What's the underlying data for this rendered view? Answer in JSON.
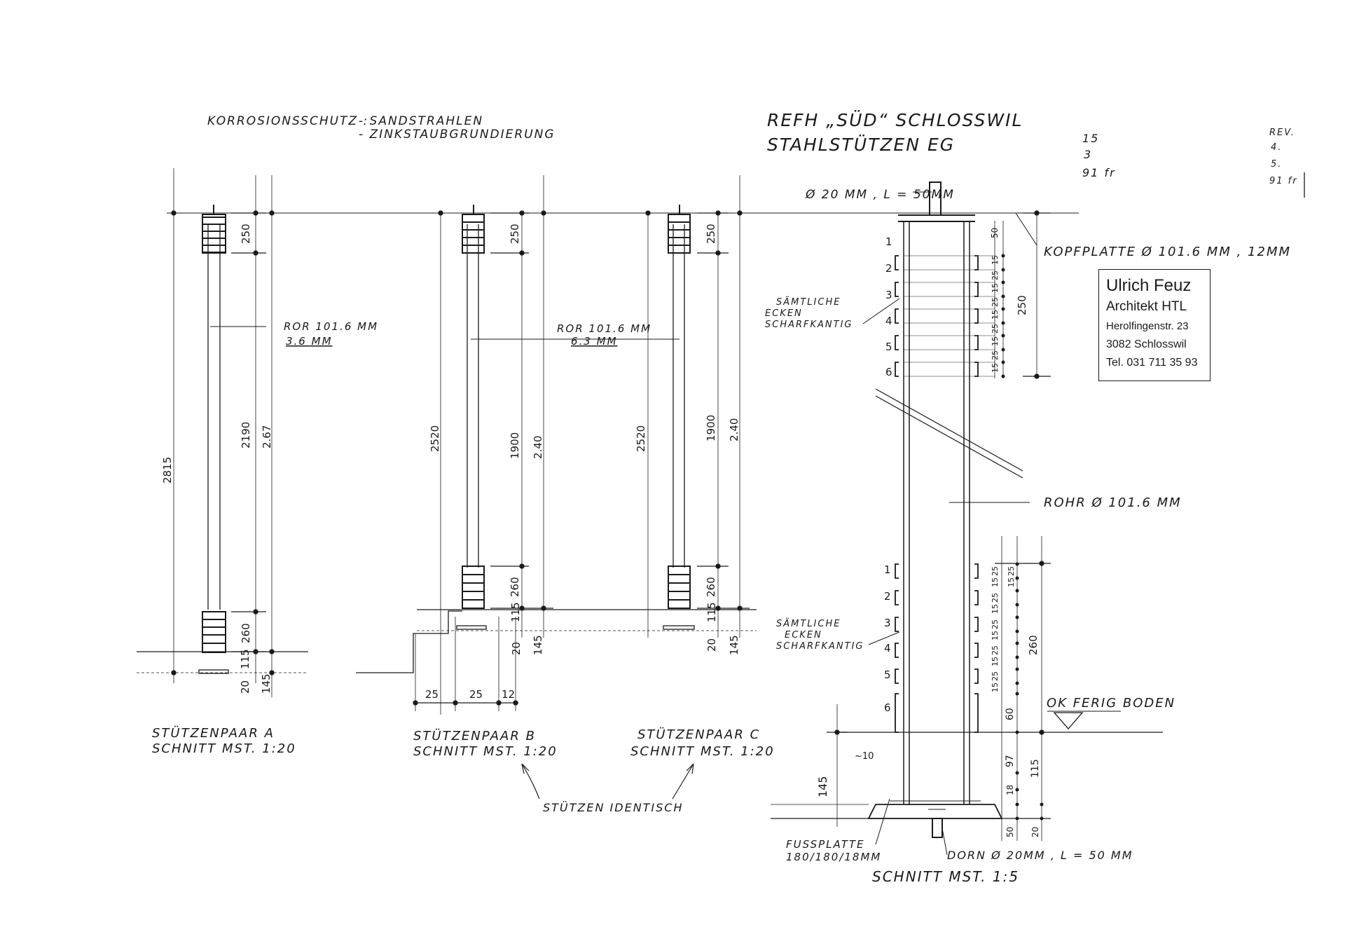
{
  "header": {
    "corrosion_label": "KORROSIONSSCHUTZ :",
    "corrosion_items": [
      "- SANDSTRAHLEN",
      "- ZINKSTAUBGRUNDIERUNG"
    ],
    "title_line1": "REFH „SÜD“ SCHLOSSWIL",
    "title_line2": "STAHLSTÜTZEN EG",
    "date": [
      "15",
      "3",
      "91 fr"
    ],
    "revision": [
      "REV.",
      "4.",
      "5.",
      "91 fr"
    ]
  },
  "stamp": {
    "name": "Ulrich Feuz",
    "title": "Architekt HTL",
    "street": "Herolfingenstr. 23",
    "city": "3082 Schlosswil",
    "phone": "Tel. 031 711 35 93"
  },
  "columns": {
    "a": {
      "caption1": "STÜTZENPAAR  A",
      "caption2": "SCHNITT  MST. 1:20",
      "tube_label1": "ROR 101.6 MM",
      "tube_label2": "3.6 MM",
      "dims": {
        "total": "2815",
        "top": "250",
        "mid": "2190",
        "bot": "260",
        "plate": "115",
        "base": "20",
        "outer": "2.67",
        "floor": "145"
      }
    },
    "b": {
      "caption1": "STÜTZENPAAR  B",
      "caption2": "SCHNITT  MST. 1:20",
      "tube_label1": "ROR 101.6 MM",
      "tube_label2": "6.3 MM",
      "dims": {
        "total": "2520",
        "top": "250",
        "mid": "1900",
        "bot": "260",
        "plate": "115",
        "base": "20",
        "outer": "2.40",
        "floor": "145",
        "step1": "25",
        "step2": "25",
        "step3": "12"
      }
    },
    "c": {
      "caption1": "STÜTZENPAAR  C",
      "caption2": "SCHNITT  MST. 1:20",
      "dims": {
        "total": "2520",
        "top": "250",
        "mid": "1900",
        "bot": "260",
        "plate": "115",
        "base": "20",
        "outer": "2.40",
        "floor": "145"
      }
    },
    "identical_note": "STÜTZEN IDENTISCH"
  },
  "detail": {
    "pin_top": "Ø 20 MM , L = 50MM",
    "head_plate": "KOPFPLATTE  Ø 101.6 MM , 12MM",
    "edges_top": [
      "SÄMTLICHE",
      "ECKEN",
      "SCHARFKANTIG"
    ],
    "edges_bottom": [
      "SÄMTLICHE",
      "ECKEN",
      "SCHARFKANTIG"
    ],
    "tube": "ROHR  Ø 101.6 MM",
    "floor": "OK FERIG BODEN",
    "foot_plate1": "FUSSPLATTE",
    "foot_plate2": "180/180/18MM",
    "pin_bottom": "DORN  Ø 20MM , L = 50 MM",
    "caption": "SCHNITT  MST. 1:5",
    "numbers_top": [
      "1",
      "2",
      "3",
      "4",
      "5",
      "6"
    ],
    "numbers_bottom": [
      "1",
      "2",
      "3",
      "4",
      "5",
      "6"
    ],
    "top_dims": [
      "50",
      "15",
      "25",
      "15",
      "25",
      "15",
      "25",
      "15",
      "25",
      "15",
      "25",
      "15",
      "25"
    ],
    "top_total": "250",
    "bottom_dims": [
      "25",
      "15",
      "25",
      "15",
      "25",
      "15",
      "25",
      "15",
      "25",
      "15",
      "25",
      "15"
    ],
    "bottom_total": "260",
    "lower_dims": {
      "d60": "60",
      "d97": "97",
      "d18": "18",
      "d50": "50",
      "d20": "20",
      "d115": "115",
      "d145": "145",
      "d10": "~10"
    }
  }
}
